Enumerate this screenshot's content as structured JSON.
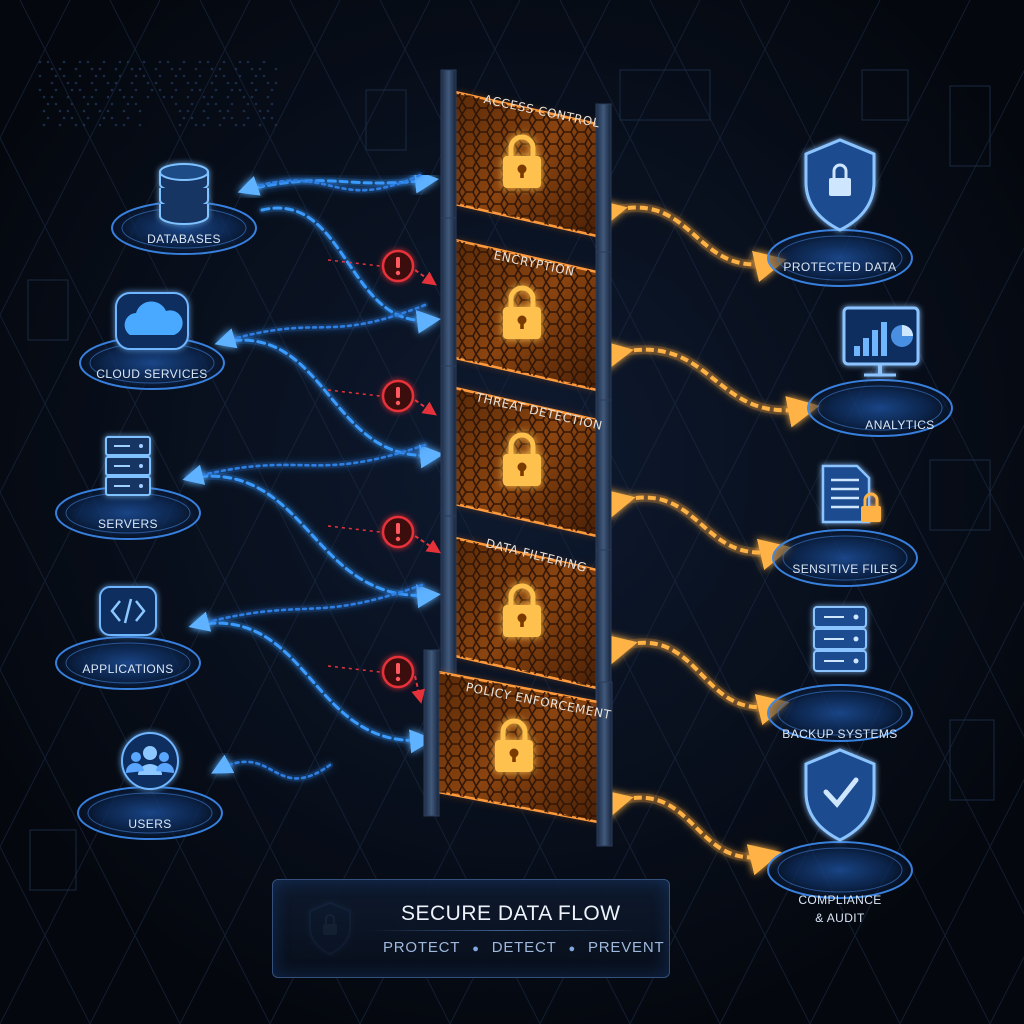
{
  "diagram": {
    "sources": [
      {
        "label": "DATABASES",
        "icon": "database-icon"
      },
      {
        "label": "CLOUD SERVICES",
        "icon": "cloud-icon"
      },
      {
        "label": "SERVERS",
        "icon": "server-rack-icon"
      },
      {
        "label": "APPLICATIONS",
        "icon": "code-icon"
      },
      {
        "label": "USERS",
        "icon": "users-icon"
      }
    ],
    "gates": [
      {
        "label": "ACCESS CONTROL",
        "icon": "padlock-icon"
      },
      {
        "label": "ENCRYPTION",
        "icon": "padlock-icon"
      },
      {
        "label": "THREAT DETECTION",
        "icon": "padlock-icon"
      },
      {
        "label": "DATA FILTERING",
        "icon": "padlock-icon"
      },
      {
        "label": "POLICY ENFORCEMENT",
        "icon": "padlock-icon"
      }
    ],
    "destinations": [
      {
        "label": "PROTECTED DATA",
        "icon": "shield-lock-icon"
      },
      {
        "label": "ANALYTICS",
        "icon": "monitor-chart-icon"
      },
      {
        "label": "SENSITIVE FILES",
        "icon": "document-lock-icon"
      },
      {
        "label": "BACKUP SYSTEMS",
        "icon": "server-stack-icon"
      },
      {
        "label": "COMPLIANCE",
        "label2": "& AUDIT",
        "icon": "shield-check-icon"
      }
    ],
    "threat_icon": "alert-icon"
  },
  "legend": {
    "title": "SECURE DATA FLOW",
    "tags": [
      "PROTECT",
      "DETECT",
      "PREVENT"
    ],
    "icon": "shield-lock-icon"
  },
  "colors": {
    "inbound": "#2f8bff",
    "outbound": "#ff9a2e",
    "threat": "#e5323a",
    "gate_glow": "#ff8a1f",
    "lock": "#ffc14d"
  }
}
